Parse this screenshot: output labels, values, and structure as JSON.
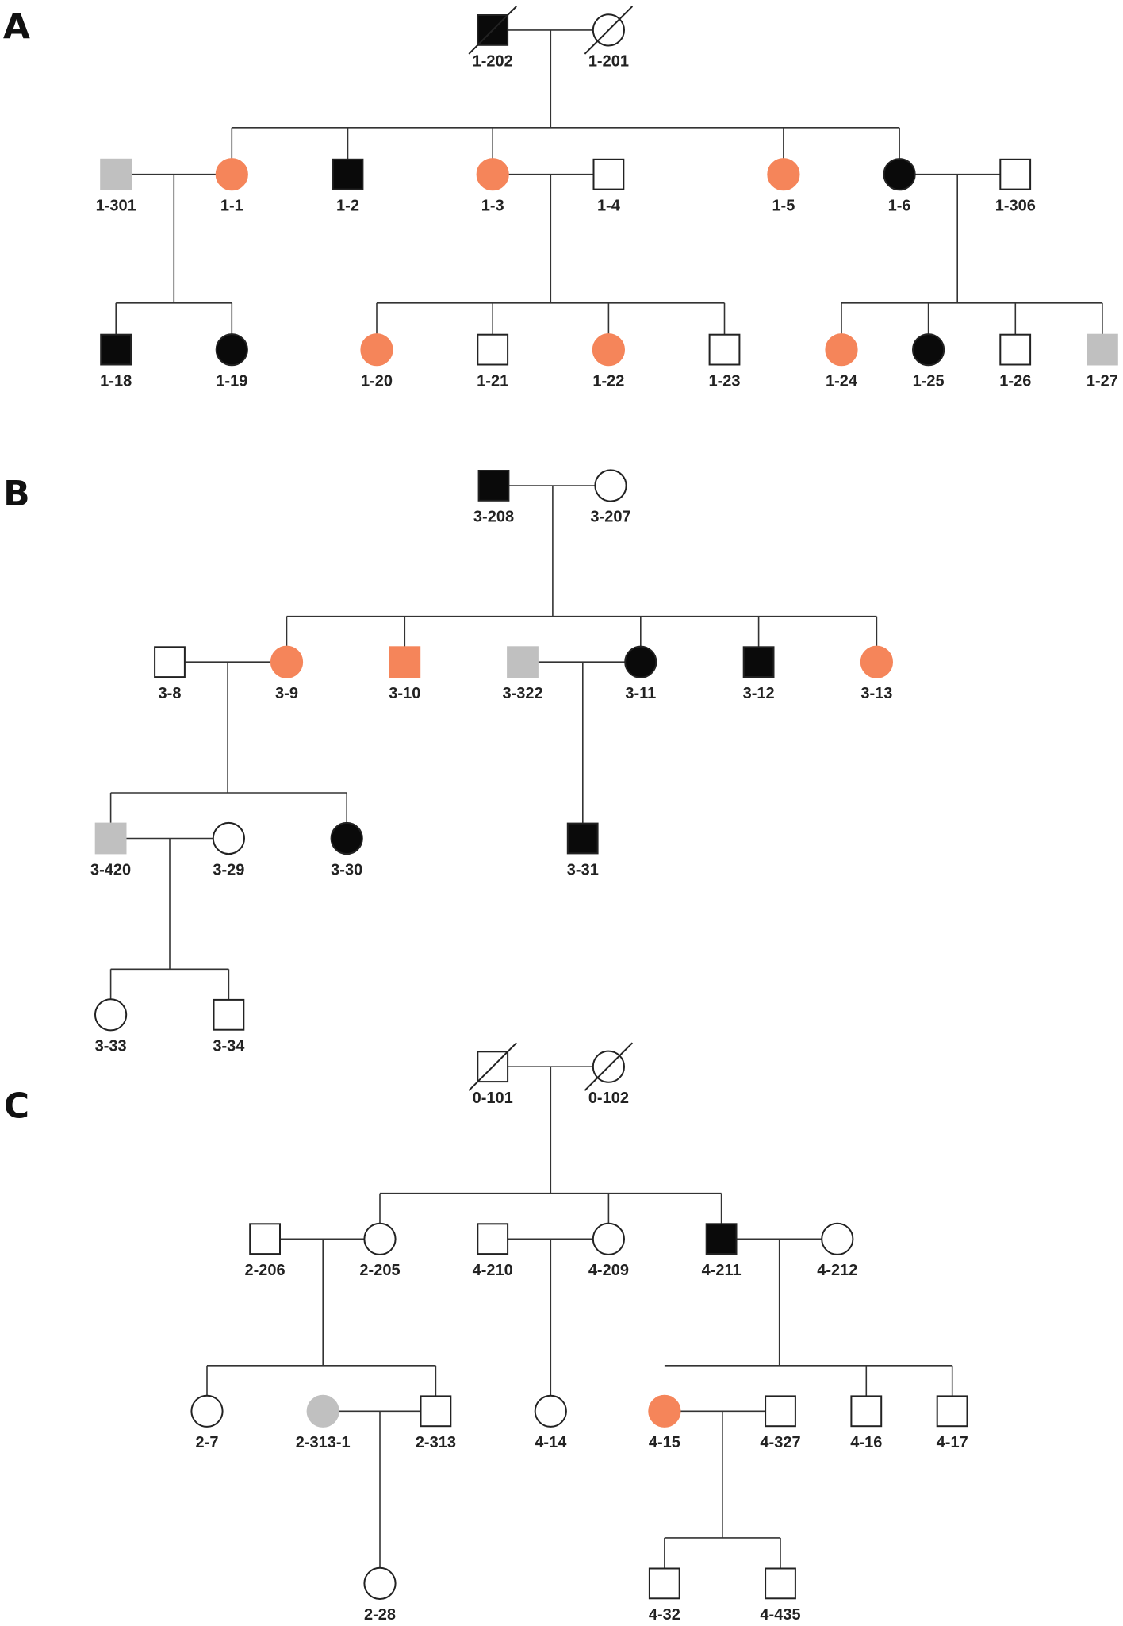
{
  "colors": {
    "affected": "#0a0a0a",
    "orange": "#f5855a",
    "gray": "#c0c0c0",
    "unaffected": "#ffffff",
    "line": "#333333"
  },
  "panels": [
    {
      "letter": "A",
      "individuals": [
        {
          "id": "1-202",
          "sex": "male",
          "fill": "affected",
          "deceased": true
        },
        {
          "id": "1-201",
          "sex": "female",
          "fill": "unaffected",
          "deceased": true
        },
        {
          "id": "1-301",
          "sex": "male",
          "fill": "gray"
        },
        {
          "id": "1-1",
          "sex": "female",
          "fill": "orange"
        },
        {
          "id": "1-2",
          "sex": "male",
          "fill": "affected"
        },
        {
          "id": "1-3",
          "sex": "female",
          "fill": "orange"
        },
        {
          "id": "1-4",
          "sex": "male",
          "fill": "unaffected"
        },
        {
          "id": "1-5",
          "sex": "female",
          "fill": "orange"
        },
        {
          "id": "1-6",
          "sex": "female",
          "fill": "affected"
        },
        {
          "id": "1-306",
          "sex": "male",
          "fill": "unaffected"
        },
        {
          "id": "1-18",
          "sex": "male",
          "fill": "affected"
        },
        {
          "id": "1-19",
          "sex": "female",
          "fill": "affected"
        },
        {
          "id": "1-20",
          "sex": "female",
          "fill": "orange"
        },
        {
          "id": "1-21",
          "sex": "male",
          "fill": "unaffected"
        },
        {
          "id": "1-22",
          "sex": "female",
          "fill": "orange"
        },
        {
          "id": "1-23",
          "sex": "male",
          "fill": "unaffected"
        },
        {
          "id": "1-24",
          "sex": "female",
          "fill": "orange"
        },
        {
          "id": "1-25",
          "sex": "female",
          "fill": "affected"
        },
        {
          "id": "1-26",
          "sex": "male",
          "fill": "unaffected"
        },
        {
          "id": "1-27",
          "sex": "male",
          "fill": "gray"
        }
      ]
    },
    {
      "letter": "B",
      "individuals": [
        {
          "id": "3-208",
          "sex": "male",
          "fill": "affected"
        },
        {
          "id": "3-207",
          "sex": "female",
          "fill": "unaffected"
        },
        {
          "id": "3-8",
          "sex": "male",
          "fill": "unaffected"
        },
        {
          "id": "3-9",
          "sex": "female",
          "fill": "orange"
        },
        {
          "id": "3-10",
          "sex": "male",
          "fill": "orange"
        },
        {
          "id": "3-322",
          "sex": "male",
          "fill": "gray"
        },
        {
          "id": "3-11",
          "sex": "female",
          "fill": "affected"
        },
        {
          "id": "3-12",
          "sex": "male",
          "fill": "affected"
        },
        {
          "id": "3-13",
          "sex": "female",
          "fill": "orange"
        },
        {
          "id": "3-420",
          "sex": "male",
          "fill": "gray"
        },
        {
          "id": "3-29",
          "sex": "female",
          "fill": "unaffected"
        },
        {
          "id": "3-30",
          "sex": "female",
          "fill": "affected"
        },
        {
          "id": "3-31",
          "sex": "male",
          "fill": "affected"
        },
        {
          "id": "3-33",
          "sex": "female",
          "fill": "unaffected"
        },
        {
          "id": "3-34",
          "sex": "male",
          "fill": "unaffected"
        }
      ]
    },
    {
      "letter": "C",
      "individuals": [
        {
          "id": "0-101",
          "sex": "male",
          "fill": "unaffected",
          "deceased": true
        },
        {
          "id": "0-102",
          "sex": "female",
          "fill": "unaffected",
          "deceased": true
        },
        {
          "id": "2-206",
          "sex": "male",
          "fill": "unaffected"
        },
        {
          "id": "2-205",
          "sex": "female",
          "fill": "unaffected"
        },
        {
          "id": "4-210",
          "sex": "male",
          "fill": "unaffected"
        },
        {
          "id": "4-209",
          "sex": "female",
          "fill": "unaffected"
        },
        {
          "id": "4-211",
          "sex": "male",
          "fill": "affected"
        },
        {
          "id": "4-212",
          "sex": "female",
          "fill": "unaffected"
        },
        {
          "id": "2-7",
          "sex": "female",
          "fill": "unaffected"
        },
        {
          "id": "2-313-1",
          "sex": "female",
          "fill": "gray"
        },
        {
          "id": "2-313",
          "sex": "male",
          "fill": "unaffected"
        },
        {
          "id": "4-14",
          "sex": "female",
          "fill": "unaffected"
        },
        {
          "id": "4-15",
          "sex": "female",
          "fill": "orange"
        },
        {
          "id": "4-327",
          "sex": "male",
          "fill": "unaffected"
        },
        {
          "id": "4-16",
          "sex": "male",
          "fill": "unaffected"
        },
        {
          "id": "4-17",
          "sex": "male",
          "fill": "unaffected"
        },
        {
          "id": "2-28",
          "sex": "female",
          "fill": "unaffected"
        },
        {
          "id": "4-32",
          "sex": "male",
          "fill": "unaffected"
        },
        {
          "id": "4-435",
          "sex": "male",
          "fill": "unaffected"
        }
      ]
    }
  ]
}
